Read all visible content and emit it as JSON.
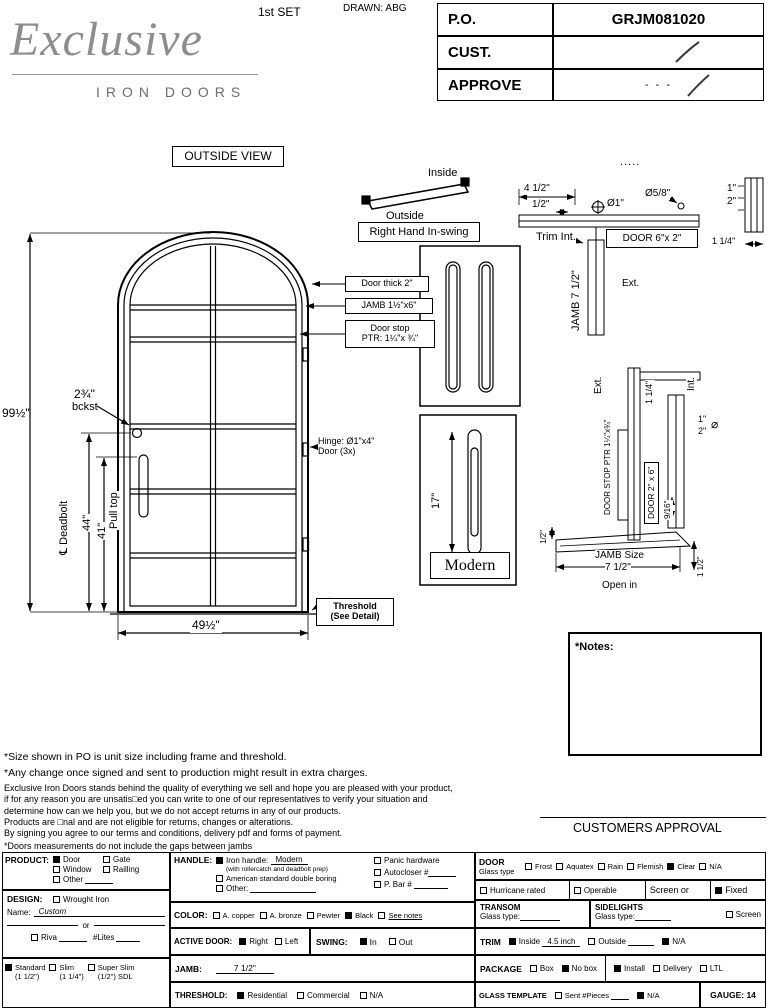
{
  "header": {
    "logo": {
      "script": "Exclusive",
      "sub": "IRON DOORS"
    },
    "set": "1st SET",
    "drawn": "DRAWN: ABG",
    "table": {
      "po_label": "P.O.",
      "po_value": "GRJM081020",
      "cust_label": "CUST.",
      "cust_value": "",
      "approve_label": "APPROVE",
      "approve_value": "- - -"
    }
  },
  "drawing": {
    "outside_view": "OUTSIDE VIEW",
    "dims": {
      "height": "99½\"",
      "width": "49½\"",
      "backset": "2¾\"",
      "backset_label": "bckst",
      "deadbolt": "℄ Deadbolt",
      "pull_top": "Pull top",
      "d44": "44\"",
      "d41": "41\""
    },
    "callouts": {
      "door_thick": "Door thick 2\"",
      "jamb": "JAMB  1½\"x6\"",
      "door_stop_1": "Door stop",
      "door_stop_2": "PTR: 1¼\"x ¾\"",
      "hinge_1": "Hinge: Ø1\"x4\"",
      "hinge_2": "Door (3x)",
      "threshold_1": "Threshold",
      "threshold_2": "(See Detail)"
    },
    "swing": {
      "inside": "Inside",
      "outside": "Outside",
      "label": "Right Hand In-swing"
    },
    "head": {
      "dots": ".....",
      "d450": "4 1/2\"",
      "d050": "1/2\"",
      "dia1": "Ø1\"",
      "dia58": "Ø5/8\"",
      "d1": "1\"",
      "d2": "2\"",
      "trim_int": "Trim Int.",
      "jamb": "JAMB 7 1/2\"",
      "door": "DOOR 6\"x 2\"",
      "d114": "1 1/4\"",
      "ext": "Ext."
    },
    "handle": {
      "d17": "17\"",
      "name": "Modern"
    },
    "sill": {
      "ext": "Ext.",
      "int": "Int.",
      "d114": "1 1/4\"",
      "d1": "1\"",
      "d2": "2\"",
      "dia": "⌀",
      "door_stop": "DOOR STOP PTR 1¼\"x¾\"",
      "door": "DOOR 2\" x 6\"",
      "d916": "9/16\"",
      "d12": "1/2\"",
      "d112": "1 1/2\"",
      "jamb_size_1": "JAMB Size",
      "jamb_size_2": "7 1/2\"",
      "open_in": "Open in"
    },
    "notes": "*Notes:"
  },
  "footer": {
    "line1": "*Size shown in PO is unit size including frame and threshold.",
    "line2": "*Any change once signed and sent to production might result in extra charges.",
    "line3": "Exclusive Iron Doors stands behind the quality of everything we sell and hope you are pleased with your product,",
    "line4": "if for any reason you are unsatis□ed you can write to one of our representatives to verify your situation and",
    "line5": "determine how can we help you, but we do not accept returns in any of our products.",
    "line6": "Products are □nal and are not eligible for returns, changes or alterations.",
    "line7": "By signing you agree to our terms and conditions, delivery pdf and forms of payment.",
    "line8": "*Doors measurements do not include the gaps between jambs",
    "approval": "CUSTOMERS APPROVAL"
  },
  "form": {
    "product": {
      "label": "PRODUCT:",
      "door": {
        "label": "Door",
        "checked": true
      },
      "gate": {
        "label": "Gate",
        "checked": false
      },
      "window": {
        "label": "Window",
        "checked": false
      },
      "railling": {
        "label": "Railling",
        "checked": false
      },
      "other": {
        "label": "Other",
        "checked": false
      }
    },
    "handle": {
      "label": "HANDLE:",
      "iron": {
        "label": "Iron handle:",
        "value": "Modern",
        "sub": "(with rollercatch and deadbolt prep)",
        "checked": true
      },
      "american": {
        "label": "American standard double boring",
        "checked": false
      },
      "other": {
        "label": "Other:",
        "checked": false
      },
      "panic": {
        "label": "Panic hardware",
        "checked": false
      },
      "autocloser": {
        "label": "Autocloser #",
        "checked": false
      },
      "pbar": {
        "label": "P. Bar #",
        "checked": false
      }
    },
    "door": {
      "label": "DOOR",
      "glass_type": "Glass type",
      "frost": {
        "label": "Frost",
        "checked": false
      },
      "aquatex": {
        "label": "Aquatex",
        "checked": false
      },
      "rain": {
        "label": "Rain",
        "checked": false
      },
      "flemish": {
        "label": "Flemish",
        "checked": false
      },
      "clear": {
        "label": "Clear",
        "checked": true
      },
      "na": {
        "label": "N/A",
        "checked": false
      },
      "hurricane": {
        "label": "Hurricane rated",
        "checked": false
      },
      "operable": {
        "label": "Operable",
        "checked": false
      },
      "screen_or": "Screen or",
      "fixed": {
        "label": "Fixed",
        "checked": true
      }
    },
    "design": {
      "label": "DESIGN:",
      "wrought": {
        "label": "Wrought Iron",
        "checked": false
      },
      "name_label": "Name:",
      "name_value": "Custom",
      "or": "or",
      "riva": {
        "label": "Riva",
        "checked": false
      },
      "lites_label": "#Lites"
    },
    "sdl": {
      "standard": {
        "label": "Standard",
        "size": "(1 1/2\")",
        "checked": true
      },
      "slim": {
        "label": "Slim",
        "size": "(1 1/4\")",
        "checked": false
      },
      "superslim": {
        "label": "Super Slim",
        "size": "(1/2\") SDL",
        "checked": false
      }
    },
    "color": {
      "label": "COLOR:",
      "copper": {
        "label": "A. copper",
        "checked": false
      },
      "bronze": {
        "label": "A. bronze",
        "checked": false
      },
      "pewter": {
        "label": "Pewter",
        "checked": false
      },
      "black": {
        "label": "Black",
        "checked": true
      },
      "see_notes": {
        "label": "See notes",
        "checked": false
      }
    },
    "active_door": {
      "label": "ACTIVE DOOR:",
      "right": {
        "label": "Right",
        "checked": true
      },
      "left": {
        "label": "Left",
        "checked": false
      }
    },
    "swing": {
      "label": "SWING:",
      "in": {
        "label": "In",
        "checked": true
      },
      "out": {
        "label": "Out",
        "checked": false
      }
    },
    "transom": {
      "label": "TRANSOM",
      "glass_type": "Glass type:"
    },
    "sidelights": {
      "label": "SIDELIGHTS",
      "glass_type": "Glass type:",
      "screen": {
        "label": "Screen",
        "checked": false
      }
    },
    "trim": {
      "label": "TRIM",
      "inside": {
        "label": "Inside",
        "value": "4.5 inch",
        "checked": true
      },
      "outside": {
        "label": "Outside",
        "checked": false
      },
      "na": {
        "label": "N/A",
        "checked": true
      }
    },
    "jamb": {
      "label": "JAMB:",
      "value": "7 1/2\""
    },
    "threshold": {
      "label": "THRESHOLD:",
      "residential": {
        "label": "Residential",
        "checked": true
      },
      "commercial": {
        "label": "Commercial",
        "checked": false
      },
      "na": {
        "label": "N/A",
        "checked": false
      }
    },
    "package": {
      "label": "PACKAGE",
      "box": {
        "label": "Box",
        "checked": false
      },
      "nobox": {
        "label": "No box",
        "checked": true
      },
      "install": {
        "label": "Install",
        "checked": true
      },
      "delivery": {
        "label": "Delivery",
        "checked": false
      },
      "ltl": {
        "label": "LTL",
        "checked": false
      }
    },
    "glass_template": {
      "label": "GLASS TEMPLATE",
      "sent": {
        "label": "Sent #Pieces",
        "checked": false
      },
      "na": {
        "label": "N/A",
        "checked": true
      }
    },
    "gauge": "GAUGE: 14"
  }
}
